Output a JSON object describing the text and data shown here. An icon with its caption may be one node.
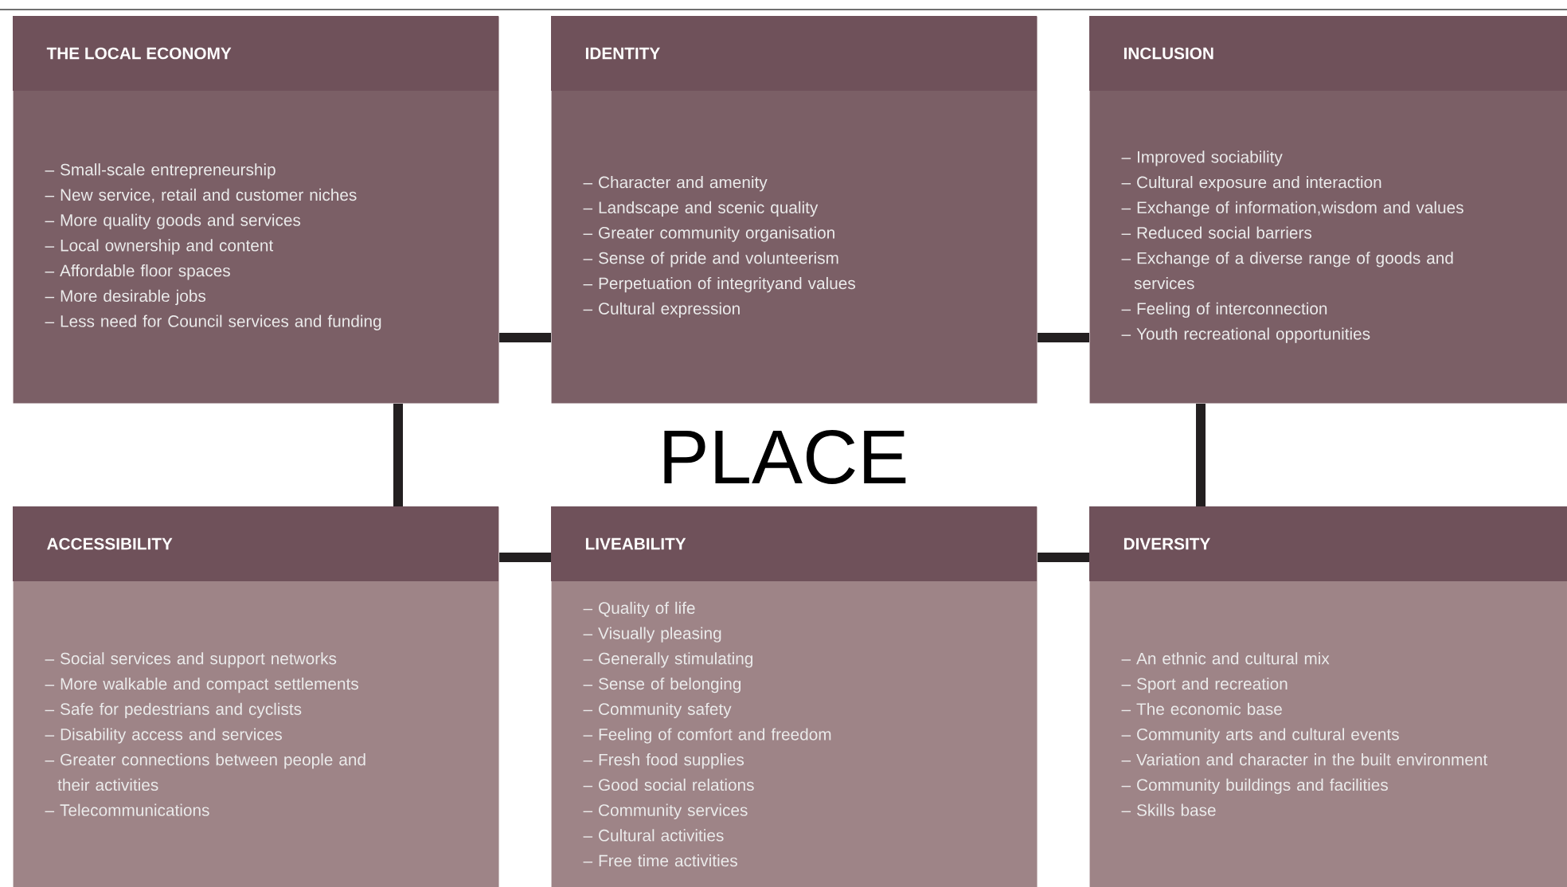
{
  "diagram": {
    "nodes": [
      {
        "text": [
          "THE LOCAL ECONOMY",
          "– Small-scale entrepreneurship",
          "– New service, retail and customer niches",
          "– More quality goods and services",
          "– Local ownership and content",
          "– Affordable floor spaces",
          "– More desirable jobs",
          "– Less need for Council services and funding"
        ]
      },
      {
        "text": [
          "IDENTITY",
          "– Character and amenity",
          "– Landscape and scenic quality",
          "– Greater community organisation",
          "– Sense of pride and volunteerism",
          "– Perpetuation of integrityand values",
          "– Cultural expression"
        ]
      },
      {
        "text": [
          "INCLUSION",
          "– Improved sociability",
          "– Cultural exposure and interaction",
          "– Exchange of information,wisdom and values",
          "– Reduced social barriers",
          "– Exchange of a diverse range of goods and services",
          "– Feeling of interconnection",
          "– Youth recreational opportunities"
        ]
      },
      {
        "text": [
          "ACCESSIBILITY",
          "– Social services and support networks",
          "– More walkable and compact settlements",
          "– Safe for pedestrians and cyclists",
          "– Disability access and services",
          "– Greater connections between people and their activities",
          "– Telecommunications"
        ]
      },
      {
        "text": [
          "LIVEABILITY",
          "– Quality of life",
          "– Visually pleasing",
          "– Generally stimulating",
          "– Sense of belonging",
          "– Community safety",
          "– Feeling of comfort and freedom",
          "– Fresh food supplies",
          "– Good social relations",
          "– Community services",
          "– Cultural activities",
          "– Free time activities"
        ]
      },
      {
        "text": [
          "DIVERSITY",
          "– An ethnic and cultural mix",
          "– Sport and recreation",
          "– The economic base",
          "– Community arts and cultural events",
          "– Variation and character in the built environment",
          "– Community buildings and facilities",
          "– Skills base"
        ]
      }
    ],
    "edges": [
      {
        "from": 0,
        "to": 1,
        "arrow": "none"
      },
      {
        "from": 1,
        "to": 2,
        "arrow": "none"
      },
      {
        "from": 0,
        "to": 3,
        "arrow": "none"
      },
      {
        "from": 2,
        "to": 5,
        "arrow": "none"
      },
      {
        "from": 3,
        "to": 4,
        "arrow": "none"
      },
      {
        "from": 4,
        "to": 5,
        "arrow": "none"
      }
    ],
    "labels": [
      "PLACE"
    ]
  }
}
